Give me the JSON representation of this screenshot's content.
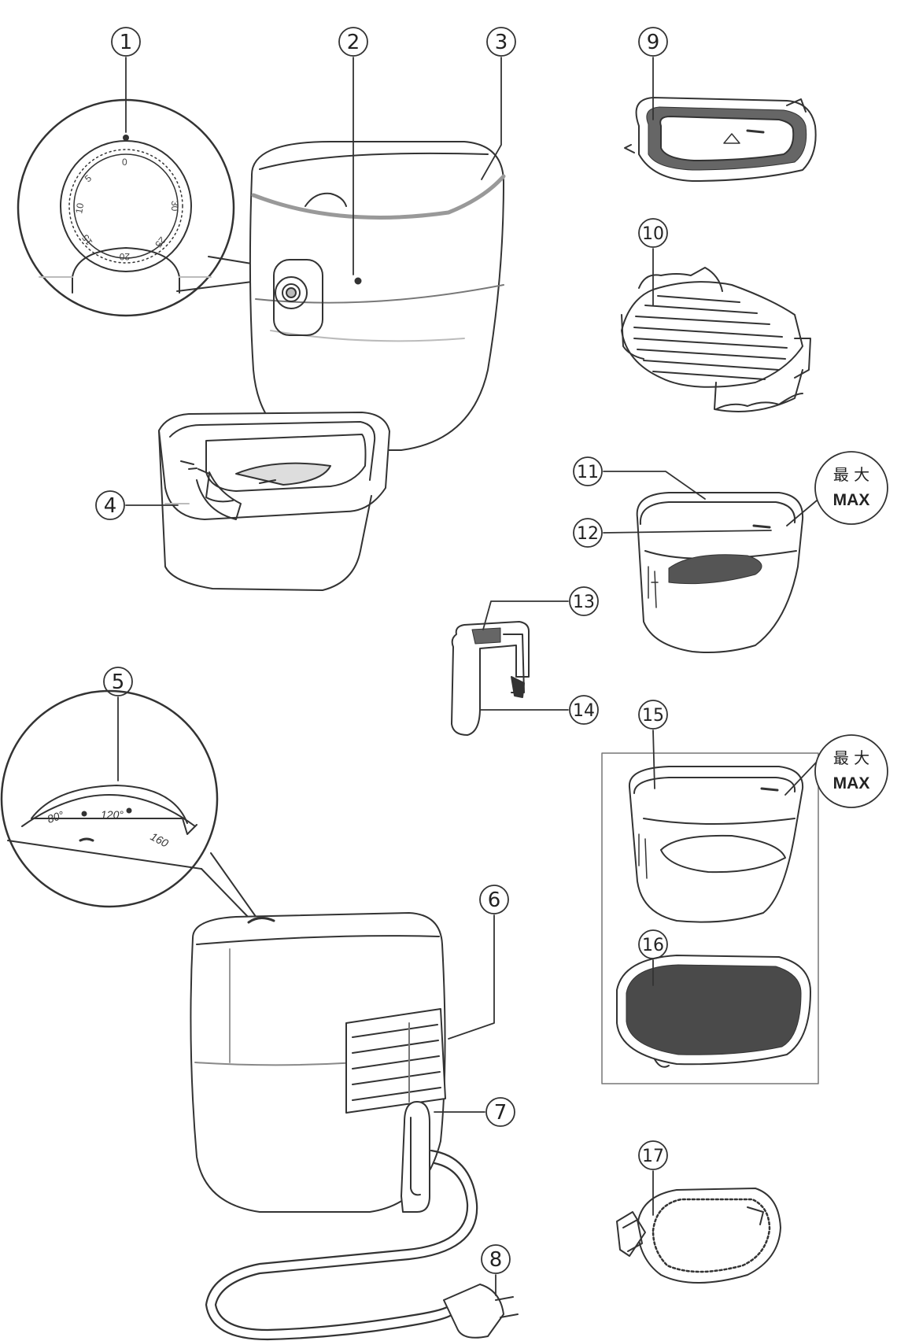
{
  "callouts": [
    {
      "id": "1",
      "label": "1"
    },
    {
      "id": "2",
      "label": "2"
    },
    {
      "id": "3",
      "label": "3"
    },
    {
      "id": "4",
      "label": "4"
    },
    {
      "id": "5",
      "label": "5"
    },
    {
      "id": "6",
      "label": "6"
    },
    {
      "id": "7",
      "label": "7"
    },
    {
      "id": "8",
      "label": "8"
    },
    {
      "id": "9",
      "label": "9"
    },
    {
      "id": "10",
      "label": "10"
    },
    {
      "id": "11",
      "label": "11"
    },
    {
      "id": "12",
      "label": "12"
    },
    {
      "id": "13",
      "label": "13"
    },
    {
      "id": "14",
      "label": "14"
    },
    {
      "id": "15",
      "label": "15"
    },
    {
      "id": "16",
      "label": "16"
    },
    {
      "id": "17",
      "label": "17"
    }
  ],
  "timer_dial": {
    "marks": [
      "0",
      "5",
      "10",
      "15",
      "20",
      "25",
      "30"
    ]
  },
  "temperature_dial": {
    "marks": [
      "80°",
      "120°",
      "160"
    ]
  },
  "max_labels": [
    {
      "cn": "最 大",
      "en": "MAX"
    },
    {
      "cn": "最 大",
      "en": "MAX"
    }
  ]
}
